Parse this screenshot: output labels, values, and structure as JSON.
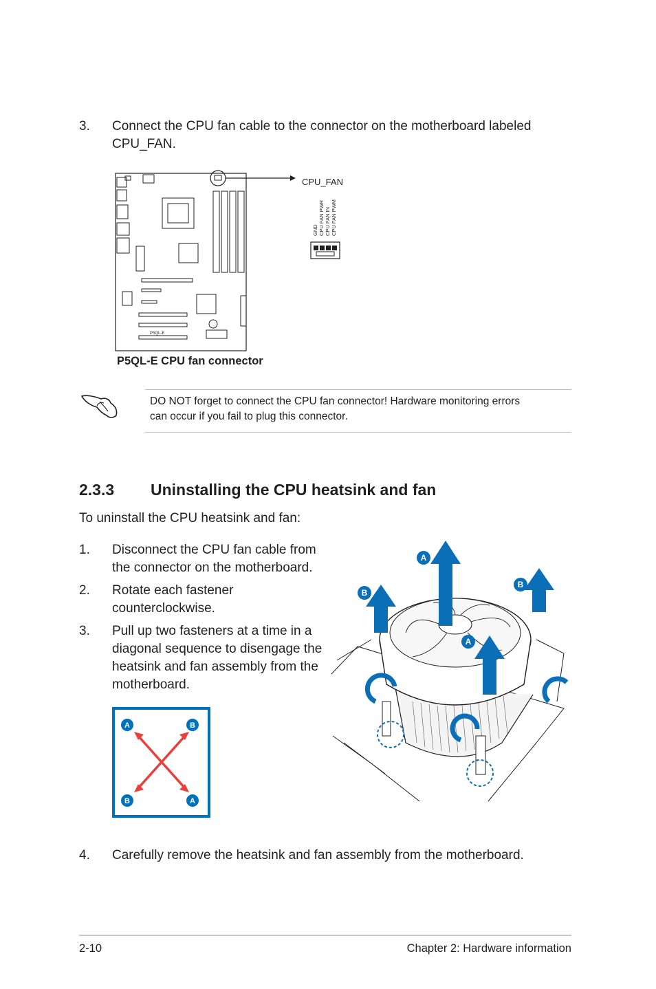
{
  "step3_top": {
    "number": "3.",
    "line1": "Connect the CPU fan cable to the connector on the motherboard labeled",
    "line2": "CPU_FAN."
  },
  "board_diagram": {
    "callout_label": "CPU_FAN",
    "pins": [
      "GND",
      "CPU FAN PWR",
      "CPU FAN IN",
      "CPU FAN PWM"
    ],
    "board_label": "P5QL-E",
    "caption": "P5QL-E CPU fan connector"
  },
  "note": {
    "icon": "pointing-hand-icon",
    "line1": "DO NOT forget to connect the CPU fan connector! Hardware monitoring errors",
    "line2": "can occur if you fail to plug this connector."
  },
  "section": {
    "number": "2.3.3",
    "title": "Uninstalling the CPU heatsink and fan",
    "intro": "To uninstall the CPU heatsink and fan:"
  },
  "steps": [
    {
      "number": "1.",
      "lines": [
        "Disconnect the CPU fan cable from",
        "the connector on the motherboard."
      ]
    },
    {
      "number": "2.",
      "lines": [
        "Rotate each fastener",
        "counterclockwise."
      ]
    },
    {
      "number": "3.",
      "lines": [
        "Pull up two fasteners at a time in a",
        "diagonal sequence to disengage the",
        "heatsink and fan assembly from the",
        "motherboard."
      ]
    },
    {
      "number": "4.",
      "lines": [
        "Carefully remove the heatsink and fan assembly from the motherboard."
      ]
    }
  ],
  "diagonal_diagram": {
    "labels": {
      "top_left": "A",
      "top_right": "B",
      "bottom_left": "B",
      "bottom_right": "A"
    },
    "colors": {
      "frame": "#0072bc",
      "arrow": "#e8403a",
      "badge": "#0072bc"
    }
  },
  "heatsink_illustration": {
    "arrow_labels": [
      "A",
      "B",
      "B",
      "A"
    ],
    "colors": {
      "arrow": "#0b6fb8"
    }
  },
  "footer": {
    "page": "2-10",
    "chapter": "Chapter 2: Hardware information"
  }
}
